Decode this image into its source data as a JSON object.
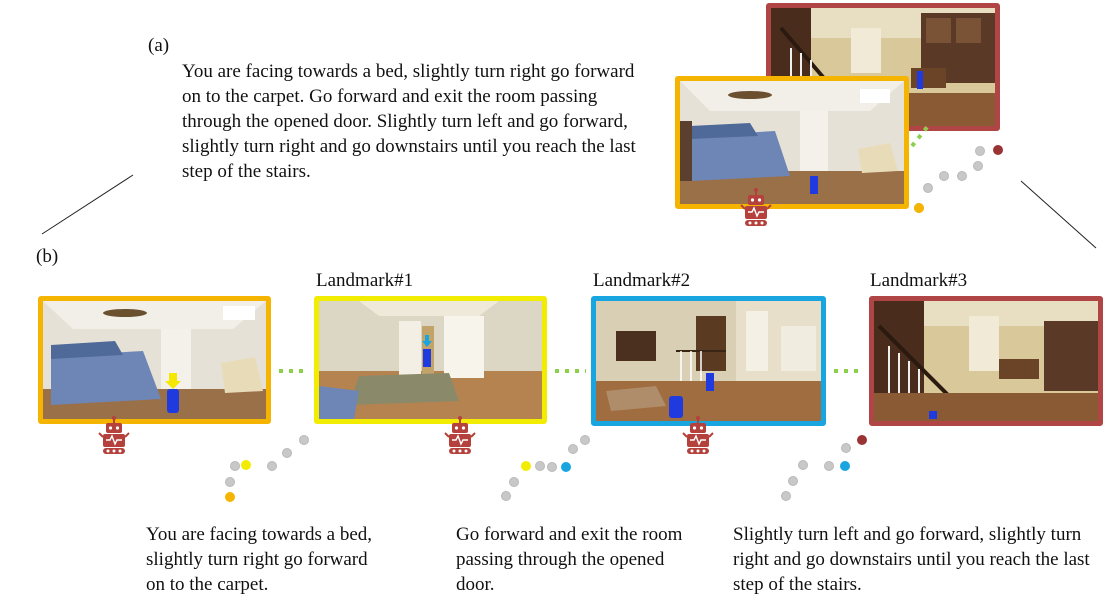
{
  "panel_a": {
    "label": "(a)",
    "instruction": "You are facing towards a bed, slightly turn right go forward on to the carpet. Go forward and exit the room passing through the opened door. Slightly turn left and go forward, slightly turn right and go downstairs until you reach the last step of the stairs."
  },
  "panel_b": {
    "label": "(b)",
    "landmarks": [
      "Landmark#1",
      "Landmark#2",
      "Landmark#3"
    ],
    "sub_instructions": [
      "You are facing towards a bed, slightly turn right go forward on to the carpet.",
      "Go forward and exit the room passing through the opened door.",
      "Slightly turn left and go forward, slightly turn right and go downstairs until you reach the last step of the stairs."
    ]
  },
  "colors": {
    "start": "#f5b400",
    "landmark1": "#f2ec00",
    "landmark2": "#19a6e0",
    "goal": "#b04545",
    "robot": "#b5413c",
    "path": "#c8c8c8",
    "link": "#8ccf4a"
  },
  "icons": [
    "robot-icon",
    "bed-scene-image",
    "hallway-scene-image",
    "stairs-scene-image",
    "kitchen-stairs-scene-image"
  ]
}
